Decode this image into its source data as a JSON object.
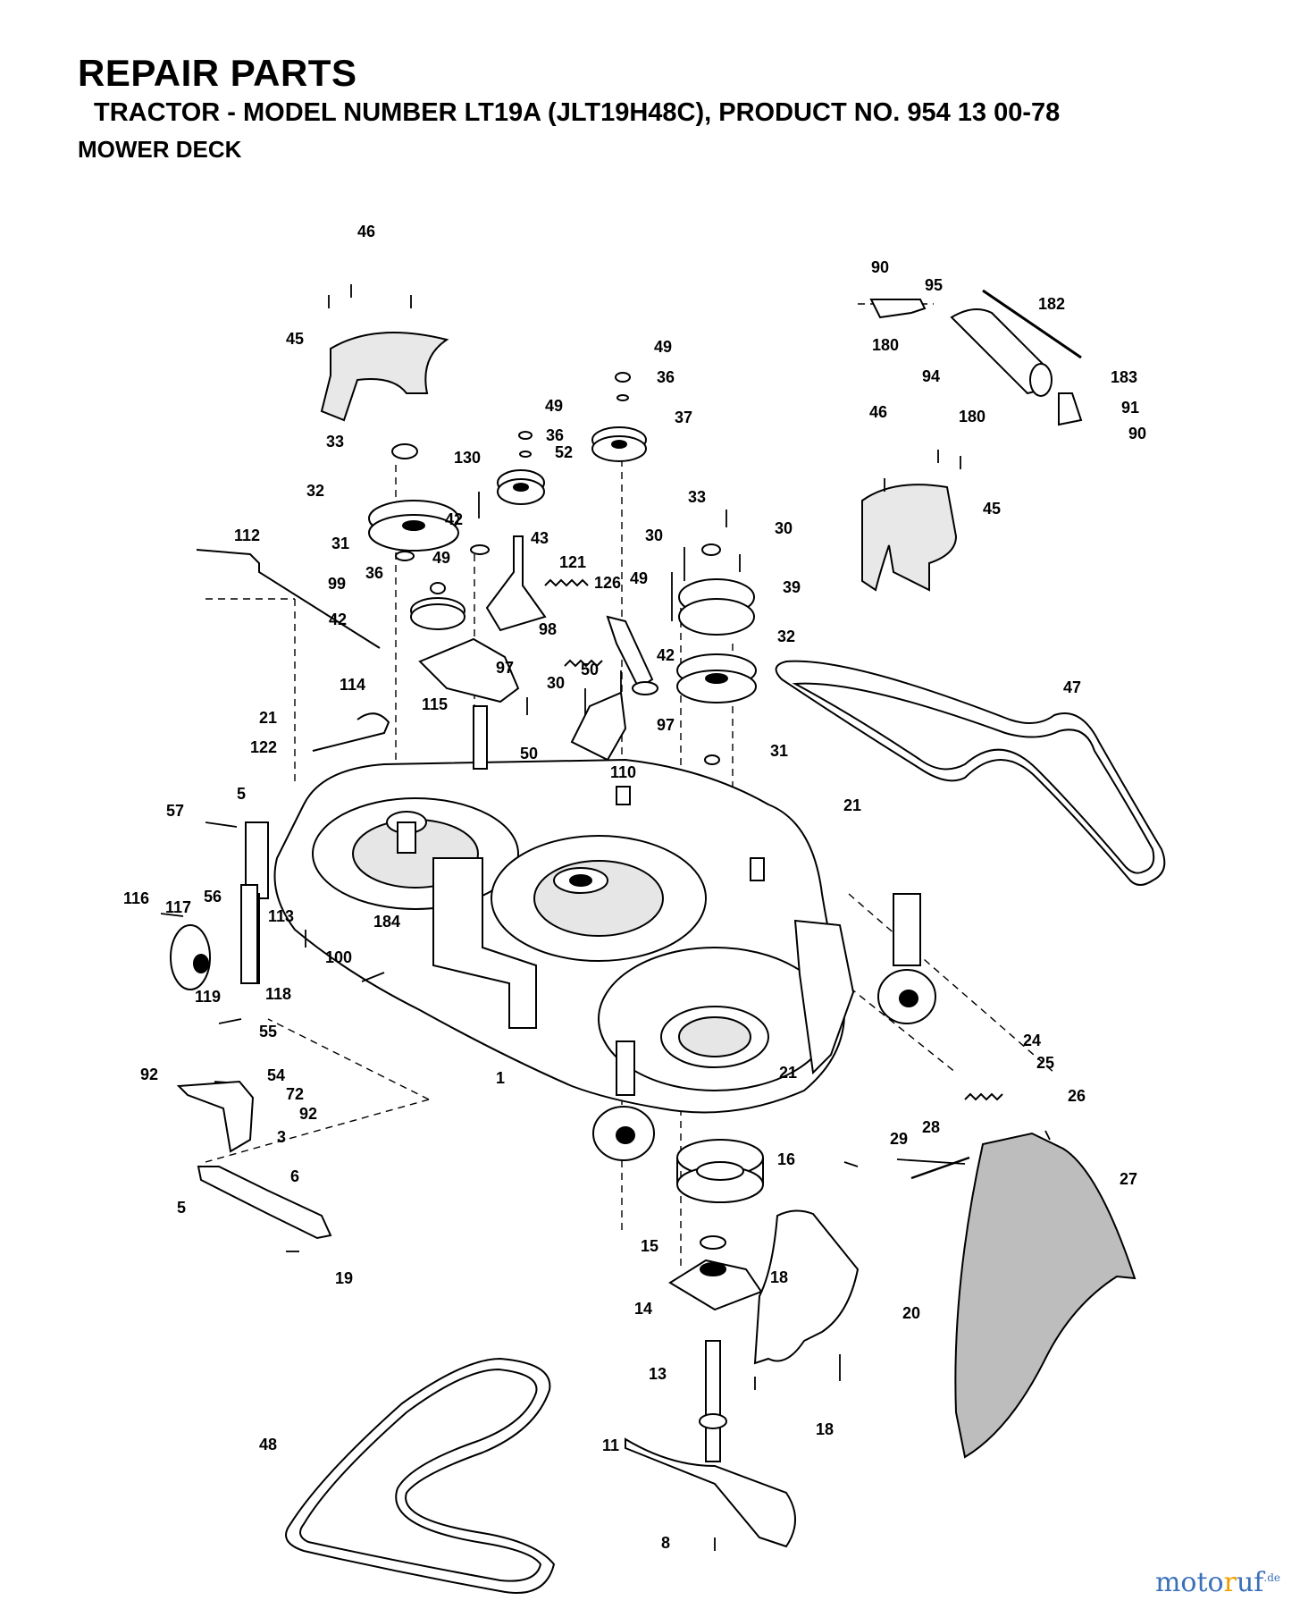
{
  "header": {
    "title": "REPAIR PARTS",
    "subtitle": "TRACTOR - MODEL NUMBER LT19A (JLT19H48C), PRODUCT NO. 954 13 00-78",
    "section": "MOWER DECK"
  },
  "watermark": {
    "part1": "moto",
    "part2": "r",
    "part3": "uf",
    "suffix": ".de"
  },
  "callouts": [
    "46",
    "45",
    "33",
    "32",
    "31",
    "36",
    "49",
    "99",
    "112",
    "42",
    "114",
    "21",
    "122",
    "5",
    "57",
    "116",
    "117",
    "56",
    "113",
    "119",
    "118",
    "100",
    "184",
    "1",
    "55",
    "92",
    "54",
    "72",
    "3",
    "6",
    "19",
    "130",
    "43",
    "121",
    "98",
    "97",
    "115",
    "50",
    "30",
    "110",
    "126",
    "52",
    "37",
    "39",
    "47",
    "90",
    "95",
    "182",
    "180",
    "94",
    "183",
    "91",
    "24",
    "25",
    "26",
    "27",
    "29",
    "28",
    "16",
    "15",
    "14",
    "20",
    "13",
    "11",
    "8",
    "48",
    "18"
  ],
  "colors": {
    "ink": "#000000",
    "paper": "#ffffff",
    "shade": "#d0d0d0"
  }
}
